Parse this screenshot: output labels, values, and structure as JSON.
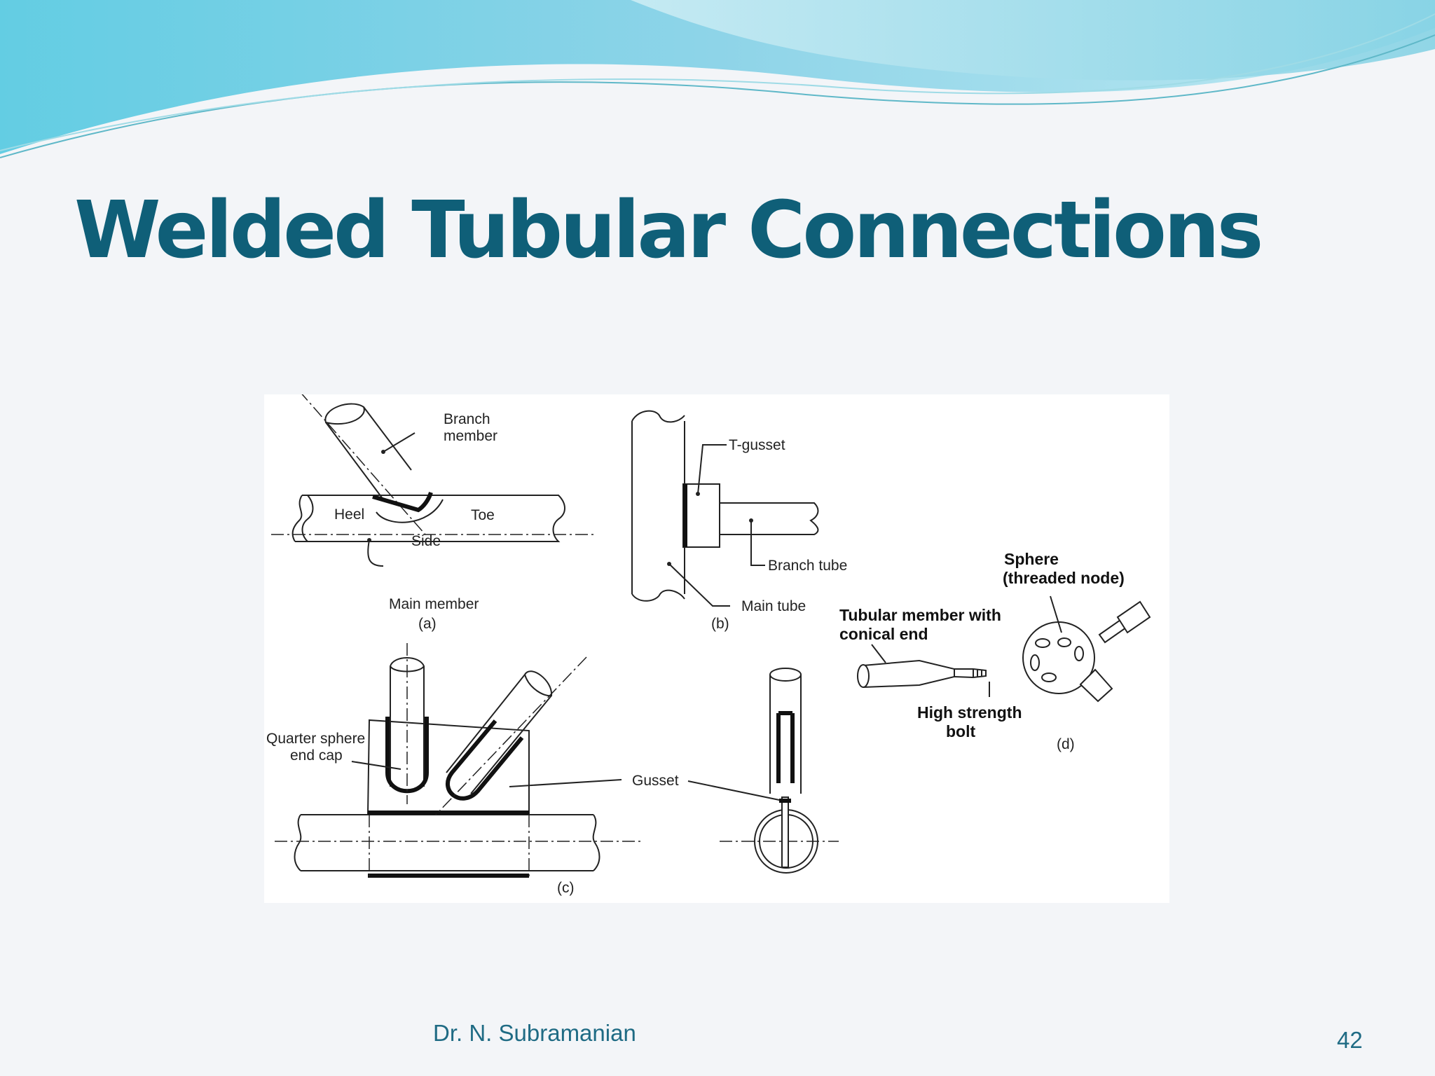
{
  "slide": {
    "title": "Welded Tubular Connections",
    "author": "Dr. N. Subramanian",
    "page_number": "42"
  },
  "figure": {
    "a": {
      "label": "(a)",
      "branch_member": [
        "Branch",
        "member"
      ],
      "heel": "Heel",
      "toe": "Toe",
      "side": "Side",
      "main_member": "Main member"
    },
    "b": {
      "label": "(b)",
      "t_gusset": "T-gusset",
      "branch_tube": "Branch tube",
      "main_tube": "Main tube"
    },
    "c": {
      "label": "(c)",
      "quarter_sphere": [
        "Quarter sphere",
        "end cap"
      ],
      "gusset": "Gusset"
    },
    "d": {
      "label": "(d)",
      "sphere": [
        "Sphere",
        "(threaded node)"
      ],
      "tubular_member": [
        "Tubular member with",
        "conical end"
      ],
      "bolt": [
        "High strength",
        "bolt"
      ]
    }
  },
  "colors": {
    "title": "#0f5f78",
    "footer_text": "#1f6b84",
    "banner_light": "#a9e3ee",
    "banner_dark": "#5fc3dc"
  }
}
